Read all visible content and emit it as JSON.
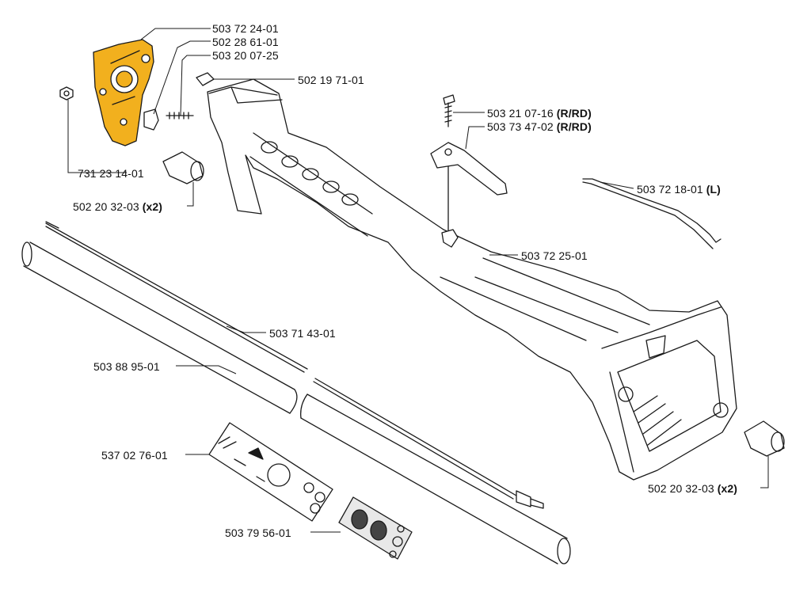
{
  "labels": {
    "bracket": "503 72 24-01",
    "nut_holder": "502 28 61-01",
    "screw_small": "503 20 07-25",
    "clip_nut": "502 19 71-01",
    "screw_rrd": "503 21 07-16",
    "screw_rrd_suffix": "(R/RD)",
    "lever_rrd": "503 73 47-02",
    "lever_rrd_suffix": "(R/RD)",
    "rod_l": "503 72 18-01",
    "rod_l_suffix": "(L)",
    "nut": "731 23 14-01",
    "grip_left": "502 20 32-03",
    "grip_left_suffix": "(x2)",
    "housing": "503 72 25-01",
    "throttle_wire": "503 71 43-01",
    "tube": "503 88 95-01",
    "decal_warning": "537 02 76-01",
    "decal_small": "503 79 56-01",
    "grip_right": "502 20 32-03",
    "grip_right_suffix": "(x2)"
  },
  "colors": {
    "highlight": "#F2B01E",
    "line": "#1a1a1a"
  }
}
